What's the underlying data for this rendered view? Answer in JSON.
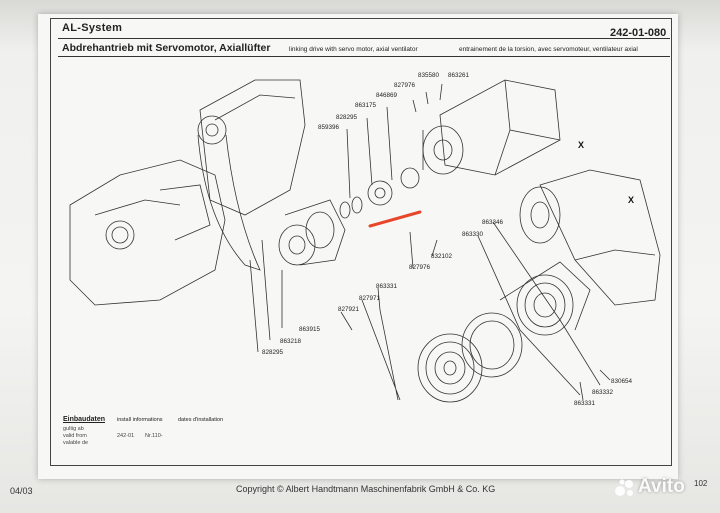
{
  "header": {
    "system": "AL-System",
    "doc_number": "242-01-080",
    "title_de": "Abdrehantrieb mit Servomotor, Axiallüfter",
    "title_en": "linking drive with servo motor, axial ventilator",
    "title_fr": "entrainement de la torsion, avec servomoteur, ventilateur axial"
  },
  "parts": [
    "835580",
    "863261",
    "827976",
    "846869",
    "863175",
    "828295",
    "859396",
    "863346",
    "863330",
    "832102",
    "827976",
    "863331",
    "827971",
    "827921",
    "863915",
    "863218",
    "828295",
    "830654",
    "863332",
    "863331"
  ],
  "view_labels": [
    "X",
    "X"
  ],
  "install": {
    "title_de": "Einbaudaten",
    "title_en": "install informations",
    "title_fr": "dates d'installation",
    "valid_de": "gultig ab",
    "valid_en": "valid from",
    "valid_fr": "valable de",
    "version": "242-01",
    "number": "Nr.110-"
  },
  "footer": {
    "page": "04/03",
    "copyright": "Copyright © Albert Handtmann Maschinenfabrik GmbH & Co. KG",
    "page_right": "102"
  },
  "watermark": "Avito",
  "colors": {
    "annotation": "#e8462a",
    "line": "#333333"
  }
}
